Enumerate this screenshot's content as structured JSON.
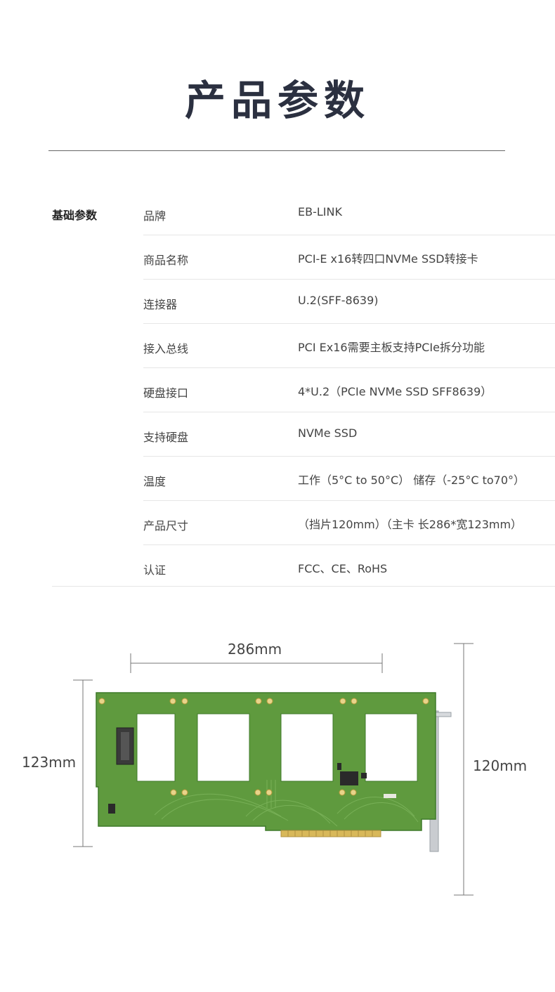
{
  "page": {
    "title": "产品参数",
    "section_label": "基础参数"
  },
  "specs": [
    {
      "key": "品牌",
      "value": "EB-LINK"
    },
    {
      "key": "商品名称",
      "value": "PCI-E x16转四口NVMe SSD转接卡"
    },
    {
      "key": "连接器",
      "value": "U.2(SFF-8639)"
    },
    {
      "key": "接入总线",
      "value": "PCI Ex16需要主板支持PCIe拆分功能"
    },
    {
      "key": "硬盘接口",
      "value": "4*U.2（PCIe NVMe SSD SFF8639）"
    },
    {
      "key": "支持硬盘",
      "value": "NVMe  SSD"
    },
    {
      "key": "温度",
      "value": "工作（5°C to 50°C） 储存（-25°C to70°）"
    },
    {
      "key": "产品尺寸",
      "value": "（挡片120mm）（主卡 长286*宽123mm）"
    },
    {
      "key": "认证",
      "value": "FCC、CE、RoHS"
    }
  ],
  "dimensions": {
    "length": "286mm",
    "width": "123mm",
    "bracket": "120mm"
  },
  "colors": {
    "title": "#2b3040",
    "pcb": "#5f9a3e",
    "pcb_dark": "#3f7a2a",
    "gold": "#d8b85a"
  }
}
